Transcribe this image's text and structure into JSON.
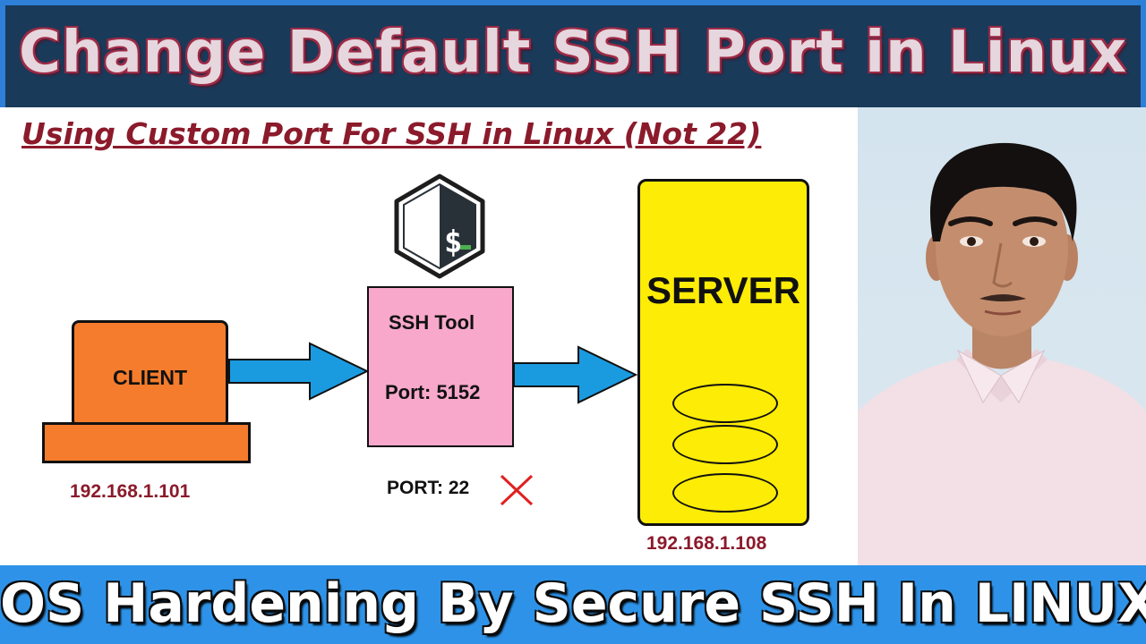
{
  "header": {
    "title": "Change Default SSH Port in Linux"
  },
  "subtitle": "Using Custom Port For SSH in Linux (Not 22)",
  "client": {
    "label": "CLIENT",
    "ip": "192.168.1.101"
  },
  "ssh_tool": {
    "name": "SSH Tool",
    "port_label": "Port: 5152",
    "old_port_label": "PORT: 22"
  },
  "bash_logo": {
    "symbol": "$"
  },
  "server": {
    "label": "SERVER",
    "ip": "192.168.1.108"
  },
  "footer": {
    "title": "OS Hardening By Secure SSH In LINUX"
  },
  "colors": {
    "banner_bg": "#1a3a5a",
    "banner_border": "#2d7fd8",
    "subtitle": "#8b1a2b",
    "client_fill": "#f47c2c",
    "tool_fill": "#f7a8cb",
    "server_fill": "#fcec06",
    "arrow_fill": "#1a9be0",
    "x_mark": "#e02020",
    "footer_bg": "#2e93e8"
  },
  "icons": [
    "terminal-bash-icon",
    "cross-mark-icon",
    "arrow-right-icon"
  ]
}
